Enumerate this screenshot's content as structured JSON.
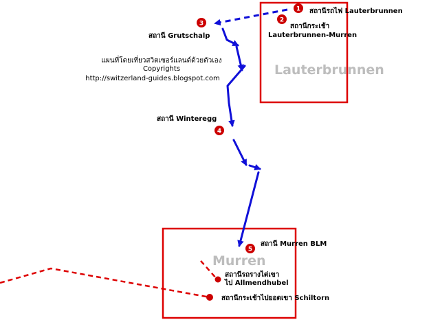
{
  "colors": {
    "route": "#1010d8",
    "marker": "#cc0000",
    "marker_text": "#ffffff",
    "box": "#dd0000",
    "dashed_line": "#dd0000",
    "town_label": "#bdbdbd"
  },
  "credit": {
    "line1": "แผนที่โดยเที่ยวสวิตเซอร์แลนด์ด้วยตัวเอง",
    "line2": "Copyrights",
    "line3": "http://switzerland-guides.blogspot.com"
  },
  "towns": {
    "lauterbrunnen": "Lauterbrunnen",
    "murren": "Murren"
  },
  "stations": [
    {
      "number": "1",
      "label": "สถานีรถไฟ Lauterbrunnen"
    },
    {
      "number": "2",
      "label_line1": "สถานีกระเช้า",
      "label_line2": "Lauterbrunnen-Murren"
    },
    {
      "number": "3",
      "label": "สถานี Grutschalp"
    },
    {
      "number": "4",
      "label": "สถานี Winteregg"
    },
    {
      "number": "5",
      "label": "สถานี Murren BLM"
    }
  ],
  "other_stops": {
    "allmendhubel_line1": "สถานีรถรางไต่เขา",
    "allmendhubel_line2": "ไป Allmendhubel",
    "schilthorn": "สถานีกระเช้าไปยอดเขา Schiltorn"
  }
}
